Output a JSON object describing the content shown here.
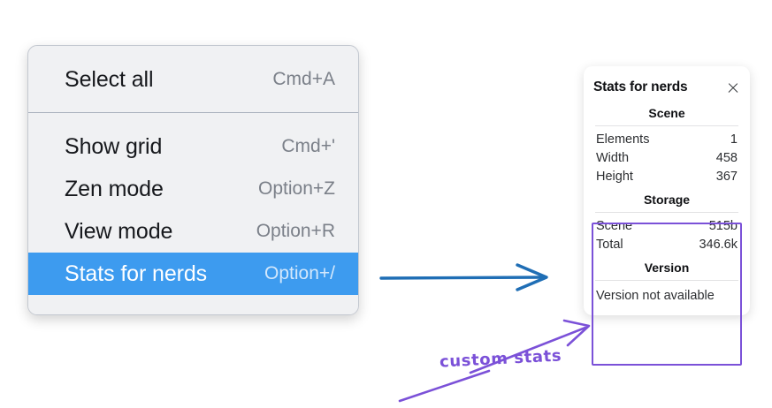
{
  "context_menu": {
    "groups": [
      {
        "items": [
          {
            "label": "Select all",
            "shortcut": "Cmd+A",
            "selected": false
          }
        ]
      },
      {
        "items": [
          {
            "label": "Show grid",
            "shortcut": "Cmd+'",
            "selected": false
          },
          {
            "label": "Zen mode",
            "shortcut": "Option+Z",
            "selected": false
          },
          {
            "label": "View mode",
            "shortcut": "Option+R",
            "selected": false
          },
          {
            "label": "Stats for nerds",
            "shortcut": "Option+/",
            "selected": true
          }
        ]
      }
    ],
    "highlight_color": "#3d9bef"
  },
  "stats_panel": {
    "title": "Stats for nerds",
    "close_icon": "close-icon",
    "sections": [
      {
        "title": "Scene",
        "rows": [
          {
            "label": "Elements",
            "value": "1"
          },
          {
            "label": "Width",
            "value": "458"
          },
          {
            "label": "Height",
            "value": "367"
          }
        ]
      },
      {
        "title": "Storage",
        "rows": [
          {
            "label": "Scene",
            "value": "515b"
          },
          {
            "label": "Total",
            "value": "346.6k"
          }
        ]
      },
      {
        "title": "Version",
        "single_line": "Version not available"
      }
    ]
  },
  "annotations": {
    "callout_text": "custom stats",
    "callout_color": "#7b51d8",
    "flow_arrow_color": "#1f6eb5",
    "highlight_box_color": "#7b51d8"
  }
}
